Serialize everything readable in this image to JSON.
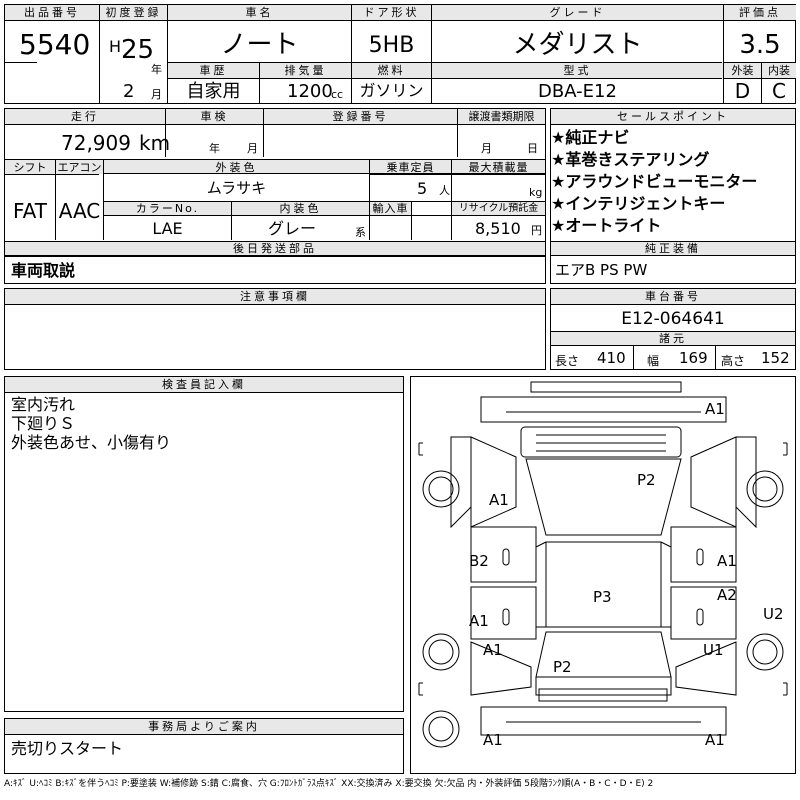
{
  "header": {
    "lot_no_label": "出品番号",
    "lot_no": "5540",
    "first_reg_label": "初度登録",
    "era": "H",
    "year": "25",
    "year_unit": "年",
    "month": "2",
    "month_unit": "月",
    "name_label": "車名",
    "name": "ノート",
    "door_label": "ドア形状",
    "door": "5HB",
    "grade_label": "グレード",
    "grade": "メダリスト",
    "score_label": "評価点",
    "score": "3.5",
    "history_label": "車歴",
    "history": "自家用",
    "displacement_label": "排気量",
    "displacement": "1200",
    "displacement_unit": "cc",
    "fuel_label": "燃料",
    "fuel": "ガソリン",
    "model_label": "型式",
    "model": "DBA-E12",
    "ext_label": "外装",
    "ext_grade": "D",
    "int_label": "内装",
    "int_grade": "C"
  },
  "vehicle": {
    "mileage_label": "走行",
    "mileage": "72,909",
    "mileage_unit": "km",
    "inspection_label": "車検",
    "insp_year_unit": "年",
    "insp_month_unit": "月",
    "reg_no_label": "登録番号",
    "transfer_label": "譲渡書類期限",
    "transfer_month_unit": "月",
    "transfer_day_unit": "日",
    "shift_label": "シフト",
    "shift": "FAT",
    "ac_label": "エアコン",
    "ac": "AAC",
    "color_label": "外装色",
    "color": "ムラサキ",
    "capacity_label": "乗車定員",
    "capacity": "5",
    "capacity_unit": "人",
    "load_label": "最大積載量",
    "load_unit": "kg",
    "color_no_label": "カラーNo.",
    "color_no": "LAE",
    "interior_color_label": "内装色",
    "interior_color": "グレー",
    "interior_color_unit": "系",
    "import_label": "輸入車",
    "recycle_label": "リサイクル預託金",
    "recycle": "8,510",
    "recycle_unit": "円"
  },
  "parts_later": {
    "label": "後日発送部品",
    "text": "車両取説"
  },
  "sales_points": {
    "label": "セールスポイント",
    "items": [
      "★純正ナビ",
      "★革巻きステアリング",
      "★アラウンドビューモニター",
      "★インテリジェントキー",
      "★オートライト"
    ]
  },
  "equipment": {
    "label": "純正装備",
    "text": "エアB PS PW"
  },
  "notes": {
    "label": "注意事項欄"
  },
  "chassis": {
    "label": "車台番号",
    "number": "E12-064641",
    "dims_label": "諸元",
    "length_label": "長さ",
    "length": "410",
    "width_label": "幅",
    "width": "169",
    "height_label": "高さ",
    "height": "152"
  },
  "inspector": {
    "label": "検査員記入欄",
    "lines": [
      "室内汚れ",
      "下廻りＳ",
      "外装色あせ、小傷有り"
    ]
  },
  "office": {
    "label": "事務局よりご案内",
    "text": "売切りスタート"
  },
  "diagram": {
    "marks": [
      "A1",
      "P2",
      "A1",
      "B2",
      "A1",
      "P3",
      "A2",
      "U2",
      "A1",
      "A1",
      "U1",
      "P2",
      "A1",
      "A1"
    ]
  },
  "legend": "A:ｷｽﾞ U:ﾍｺﾐ B:ｷｽﾞを伴うﾍｺﾐ P:要塗装 W:補修跡 S:錆 C:腐食、穴 G:ﾌﾛﾝﾄｶﾞﾗｽ点ｷｽﾞ XX:交換済み X:要交換 欠:欠品 内・外装評価 5段階ﾗﾝｸ順(A・B・C・D・E) 2"
}
